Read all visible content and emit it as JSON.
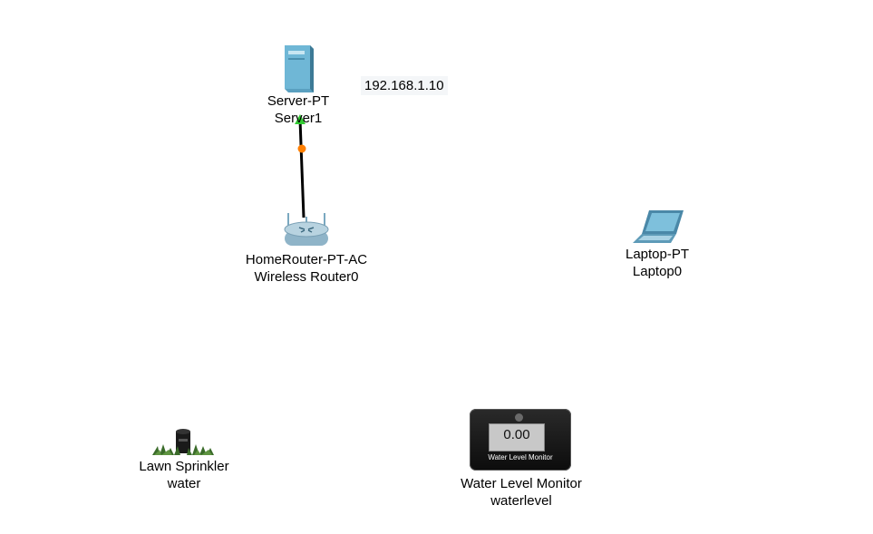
{
  "devices": {
    "server": {
      "model": "Server-PT",
      "name": "Server1",
      "icon": "server-icon"
    },
    "router": {
      "model": "HomeRouter-PT-AC",
      "name": "Wireless Router0",
      "icon": "wireless-router-icon"
    },
    "laptop": {
      "model": "Laptop-PT",
      "name": "Laptop0",
      "icon": "laptop-icon"
    },
    "sprinkler": {
      "model": "Lawn Sprinkler",
      "name": "water",
      "icon": "lawn-sprinkler-icon"
    },
    "water_monitor": {
      "model": "Water Level Monitor",
      "name": "waterlevel",
      "icon": "water-level-monitor-icon",
      "display_value": "0.00",
      "display_caption": "Water Level Monitor"
    }
  },
  "annotations": {
    "ip_note": "192.168.1.10"
  },
  "links": [
    {
      "from": "Server1",
      "to": "Wireless Router0",
      "type": "copper-straight",
      "server_end_status": "up",
      "router_end_status": "blinking"
    }
  ],
  "colors": {
    "link_up": "#33cc33",
    "link_pending": "#ff7f00",
    "cable": "#000000"
  }
}
